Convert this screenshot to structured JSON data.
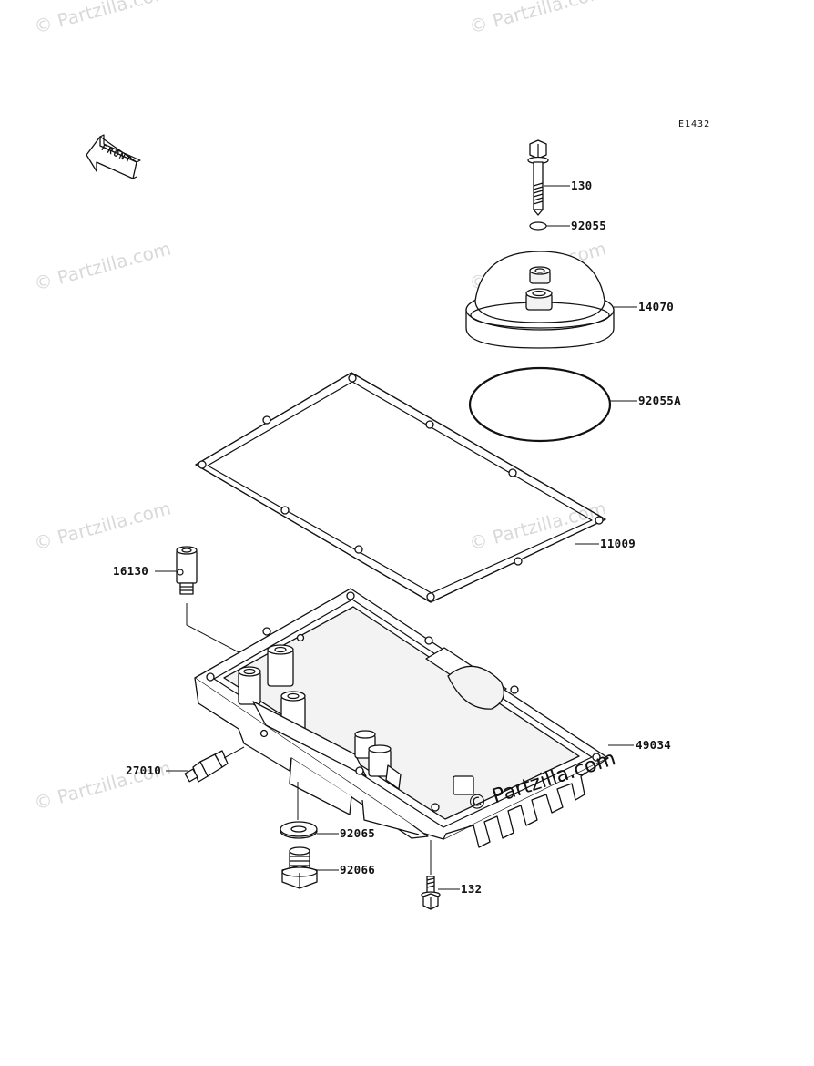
{
  "diagram_code": "E1432",
  "front_arrow_label": "FRONT",
  "watermark_text": "© Partzilla.com",
  "parts": [
    {
      "id": "bolt-130",
      "number": "130"
    },
    {
      "id": "oring-92055",
      "number": "92055"
    },
    {
      "id": "cover-14070",
      "number": "14070"
    },
    {
      "id": "oring-92055a",
      "number": "92055A"
    },
    {
      "id": "gasket-11009",
      "number": "11009"
    },
    {
      "id": "fitting-16130",
      "number": "16130"
    },
    {
      "id": "pan-49034",
      "number": "49034"
    },
    {
      "id": "switch-27010",
      "number": "27010"
    },
    {
      "id": "washer-92065",
      "number": "92065"
    },
    {
      "id": "plug-92066",
      "number": "92066"
    },
    {
      "id": "bolt-132",
      "number": "132"
    }
  ]
}
